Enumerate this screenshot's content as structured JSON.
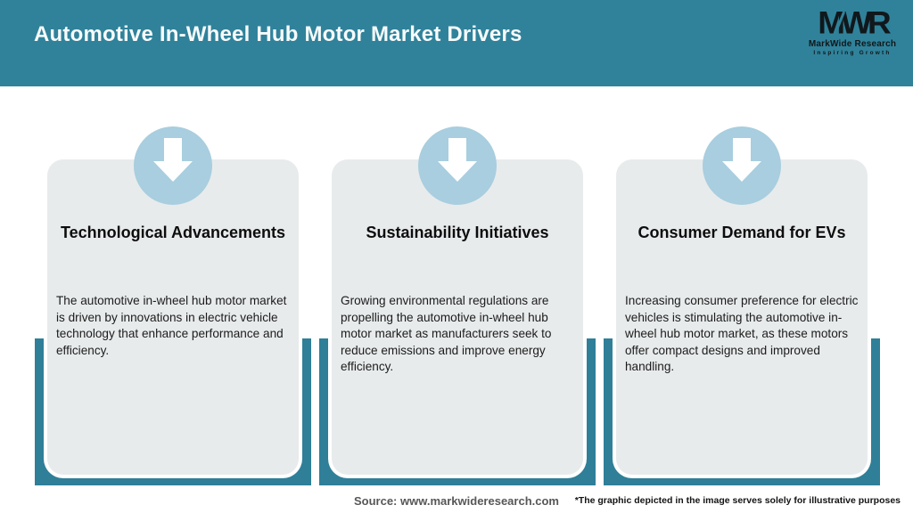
{
  "header": {
    "title": "Automotive In-Wheel Hub Motor Market Drivers",
    "logo": {
      "monogram": "MWR",
      "company": "MarkWide Research",
      "tagline": "Inspiring Growth"
    }
  },
  "cards": [
    {
      "icon": "down-arrow-icon",
      "title": "Technological Advancements",
      "description": "The automotive in-wheel hub motor market is driven by innovations in electric vehicle technology that enhance performance and efficiency."
    },
    {
      "icon": "down-arrow-icon",
      "title": "Sustainability Initiatives",
      "description": "Growing environmental regulations are propelling the automotive in-wheel hub motor market as manufacturers seek to reduce emissions and improve energy efficiency."
    },
    {
      "icon": "down-arrow-icon",
      "title": "Consumer Demand for EVs",
      "description": "Increasing consumer preference for electric vehicles is stimulating the automotive in-wheel hub motor market, as these motors offer compact designs and improved handling."
    }
  ],
  "footer": {
    "source": "Source: www.markwideresearch.com",
    "disclaimer": "*The graphic depicted in the image serves solely for illustrative purposes"
  },
  "colors": {
    "header_teal": "#30829A",
    "accent_teal": "#2F7F98",
    "circle_blue": "#A8CEDF",
    "card_gray": "#E8EBEC",
    "arrow_white": "#FFFFFF"
  }
}
